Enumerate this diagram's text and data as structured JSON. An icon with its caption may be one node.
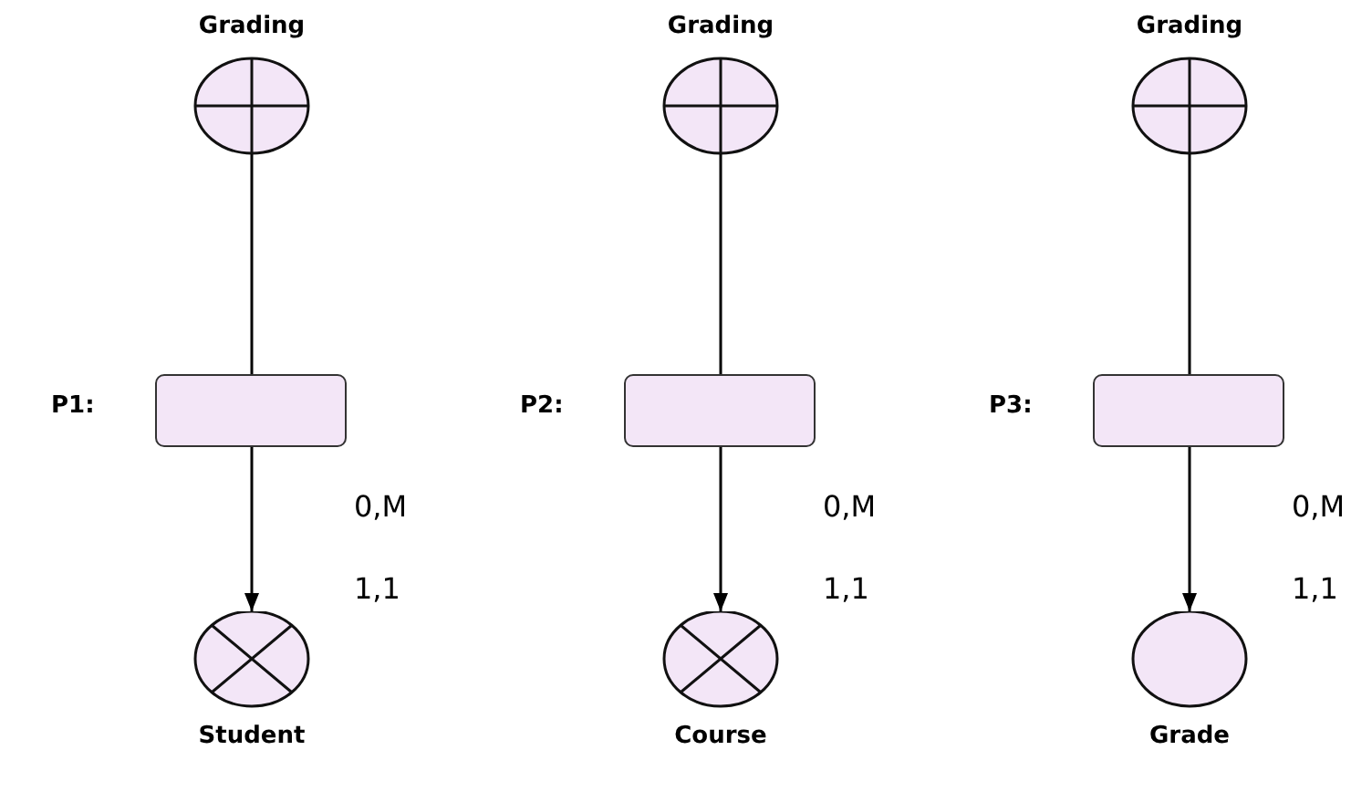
{
  "diagram": {
    "nodes": [
      {
        "text": [
          "Grading"
        ]
      },
      {
        "text": [],
        "shape": "box",
        "beside": [
          "P1:"
        ]
      },
      {
        "text": [
          "Student"
        ]
      },
      {
        "text": [
          "Grading"
        ]
      },
      {
        "text": [],
        "shape": "box",
        "beside": [
          "P2:"
        ]
      },
      {
        "text": [
          "Course"
        ]
      },
      {
        "text": [
          "Grading"
        ]
      },
      {
        "text": [],
        "shape": "box",
        "beside": [
          "P3:"
        ]
      },
      {
        "text": [
          "Grade"
        ]
      }
    ],
    "edges": [
      {
        "from": 0,
        "to": 1,
        "arrow": "none"
      },
      {
        "from": 1,
        "to": 2,
        "arrow": "to"
      },
      {
        "from": 3,
        "to": 4,
        "arrow": "none"
      },
      {
        "from": 4,
        "to": 5,
        "arrow": "to"
      },
      {
        "from": 6,
        "to": 7,
        "arrow": "none"
      },
      {
        "from": 7,
        "to": 8,
        "arrow": "to"
      }
    ],
    "labels": [
      "0,M",
      "1,1",
      "0,M",
      "1,1",
      "0,M",
      "1,1"
    ]
  }
}
